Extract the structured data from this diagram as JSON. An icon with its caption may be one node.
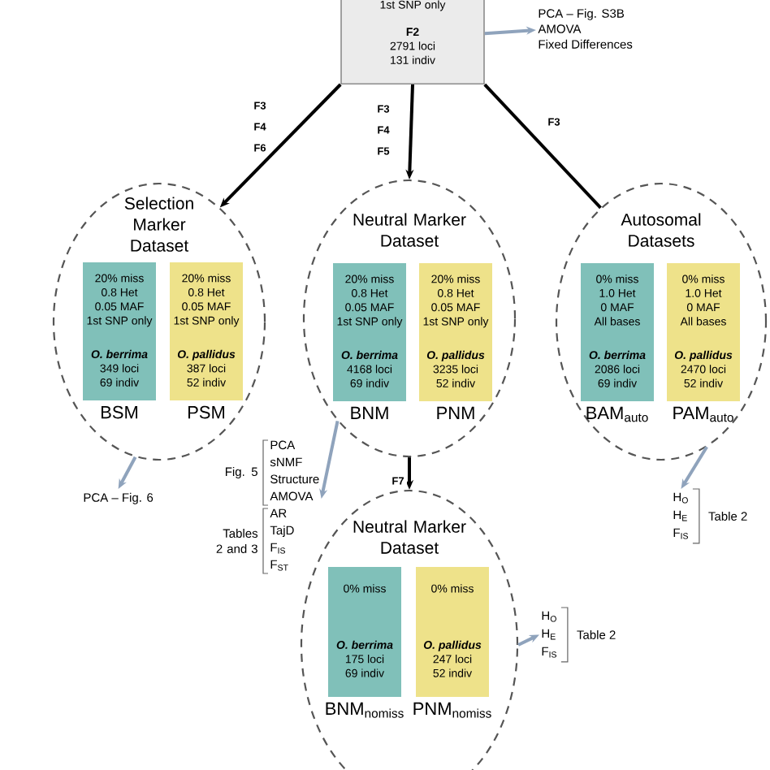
{
  "diagram": {
    "nodes": [
      {
        "text": [
          "1st SNP only",
          "F2",
          "2791 loci",
          "131 indiv"
        ]
      },
      {
        "text": [
          "PCA – Fig. S3B",
          "AMOVA",
          "Fixed Differences"
        ]
      },
      {
        "text": [
          "Selection Marker Dataset"
        ]
      },
      {
        "text": [
          "20% miss",
          "0.8 Het",
          "0.05 MAF",
          "1st SNP only",
          "O. berrima",
          "349 loci",
          "69 indiv"
        ],
        "beside": [
          "BSM"
        ],
        "in": 2
      },
      {
        "text": [
          "20% miss",
          "0.8 Het",
          "0.05 MAF",
          "1st SNP only",
          "O. pallidus",
          "387 loci",
          "52 indiv"
        ],
        "beside": [
          "PSM"
        ],
        "in": 2
      },
      {
        "text": [
          "Neutral Marker Dataset"
        ]
      },
      {
        "text": [
          "20% miss",
          "0.8 Het",
          "0.05 MAF",
          "1st SNP only",
          "O. berrima",
          "4168 loci",
          "69 indiv"
        ],
        "beside": [
          "BNM"
        ],
        "in": 5
      },
      {
        "text": [
          "20% miss",
          "0.8 Het",
          "0.05 MAF",
          "1st SNP only",
          "O. pallidus",
          "3235 loci",
          "52 indiv"
        ],
        "beside": [
          "PNM"
        ],
        "in": 5
      },
      {
        "text": [
          "Autosomal Datasets"
        ]
      },
      {
        "text": [
          "0% miss",
          "1.0 Het",
          "0 MAF",
          "All bases",
          "O. berrima",
          "2086 loci",
          "69 indiv"
        ],
        "beside": [
          "BAM$_{auto}$"
        ],
        "in": 8
      },
      {
        "text": [
          "0% miss",
          "1.0 Het",
          "0 MAF",
          "All bases",
          "O. pallidus",
          "2470 loci",
          "52 indiv"
        ],
        "beside": [
          "PAM$_{auto}$"
        ],
        "in": 8
      },
      {
        "text": [
          "PCA – Fig. 6"
        ]
      },
      {
        "text": [
          "PCA",
          "sNMF",
          "Structure",
          "AMOVA",
          "AR",
          "TajD",
          "F$_{IS}$",
          "F$_{ST}$"
        ],
        "beside": [
          "Fig. 5",
          "Tables 2 and 3"
        ]
      },
      {
        "text": [
          "H$_{O}$",
          "H$_{E}$",
          "F$_{IS}$"
        ],
        "beside": [
          "Table 2"
        ]
      },
      {
        "text": [
          "Neutral Marker Dataset"
        ]
      },
      {
        "text": [
          "0% miss",
          "O. berrima",
          "175 loci",
          "69 indiv"
        ],
        "beside": [
          "BNM$_{nomiss}$"
        ],
        "in": 14
      },
      {
        "text": [
          "0% miss",
          "O. pallidus",
          "247 loci",
          "52 indiv"
        ],
        "beside": [
          "PNM$_{nomiss}$"
        ],
        "in": 14
      },
      {
        "text": [
          "H$_{O}$",
          "H$_{E}$",
          "F$_{IS}$"
        ],
        "beside": [
          "Table 2"
        ]
      }
    ],
    "edges": [
      {
        "from": 0,
        "to": 1,
        "arrow": "to"
      },
      {
        "from": 0,
        "to": 2,
        "arrow": "to",
        "label": "F3 F4 F6",
        "color": "#000000"
      },
      {
        "from": 0,
        "to": 5,
        "arrow": "to",
        "label": "F3 F4 F5",
        "color": "#000000"
      },
      {
        "from": 0,
        "to": 8,
        "arrow": "none",
        "label": "F3",
        "color": "#000000"
      },
      {
        "from": 2,
        "to": 11,
        "arrow": "to"
      },
      {
        "from": 5,
        "to": 12,
        "arrow": "to"
      },
      {
        "from": 8,
        "to": 13,
        "arrow": "to"
      },
      {
        "from": 5,
        "to": 14,
        "arrow": "to",
        "label": "F7",
        "color": "#000000"
      },
      {
        "from": 14,
        "to": 17,
        "arrow": "to"
      }
    ]
  }
}
